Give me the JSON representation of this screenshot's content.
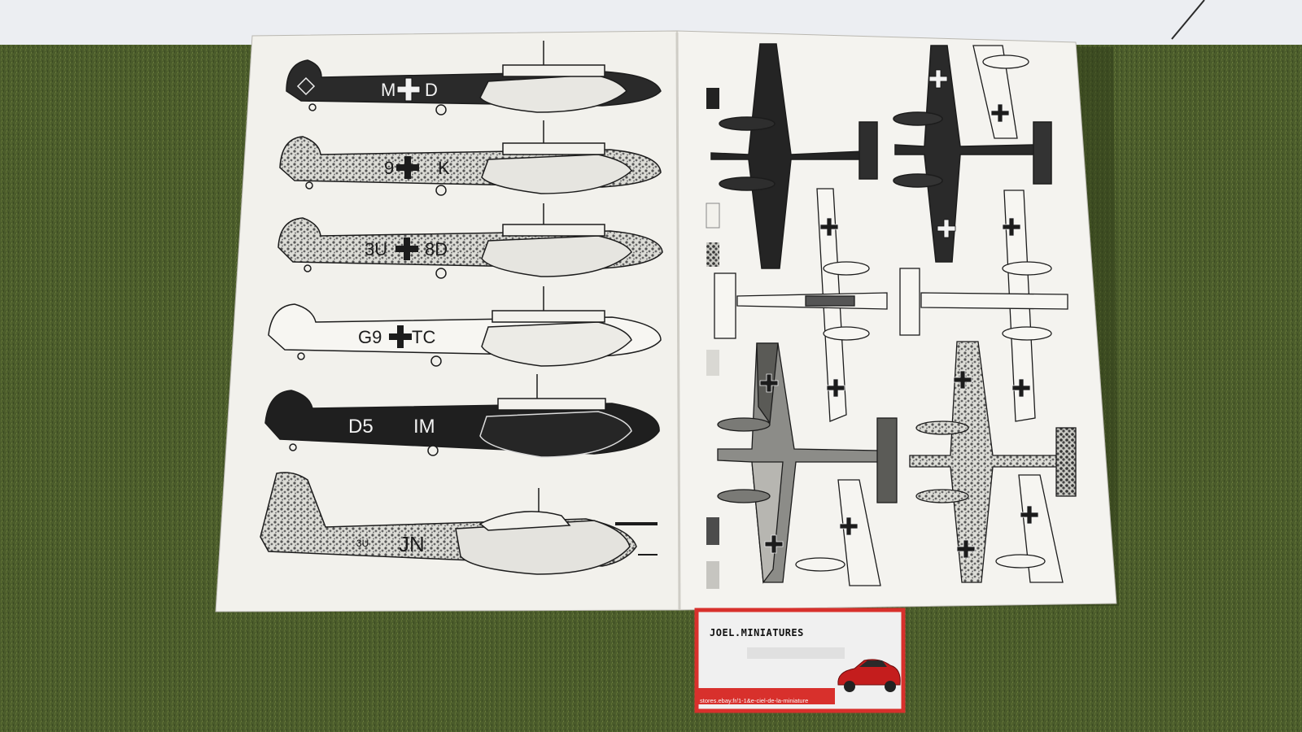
{
  "scene": {
    "description_free": true,
    "colors": {
      "background_wall": "#eceef2",
      "grass": "#4a5a2c",
      "page": "#f3f2ee",
      "ink": "#1c1c1c",
      "plate_red": "#d8302c"
    }
  },
  "aircraft_codes": {
    "a1": "M",
    "a1b": "D",
    "a2": "9",
    "a2b": "K",
    "a3": "3U",
    "a3b": "8D",
    "a4": "G9",
    "a4b": "TC",
    "a5": "D5",
    "a5b": "IM",
    "a6": "JN",
    "a6s": "3U"
  },
  "seller_plate": {
    "name": "JOEL.MINIATURES",
    "footer": "stores.ebay.fr/1-1&e-ciel-de-la-miniature"
  }
}
